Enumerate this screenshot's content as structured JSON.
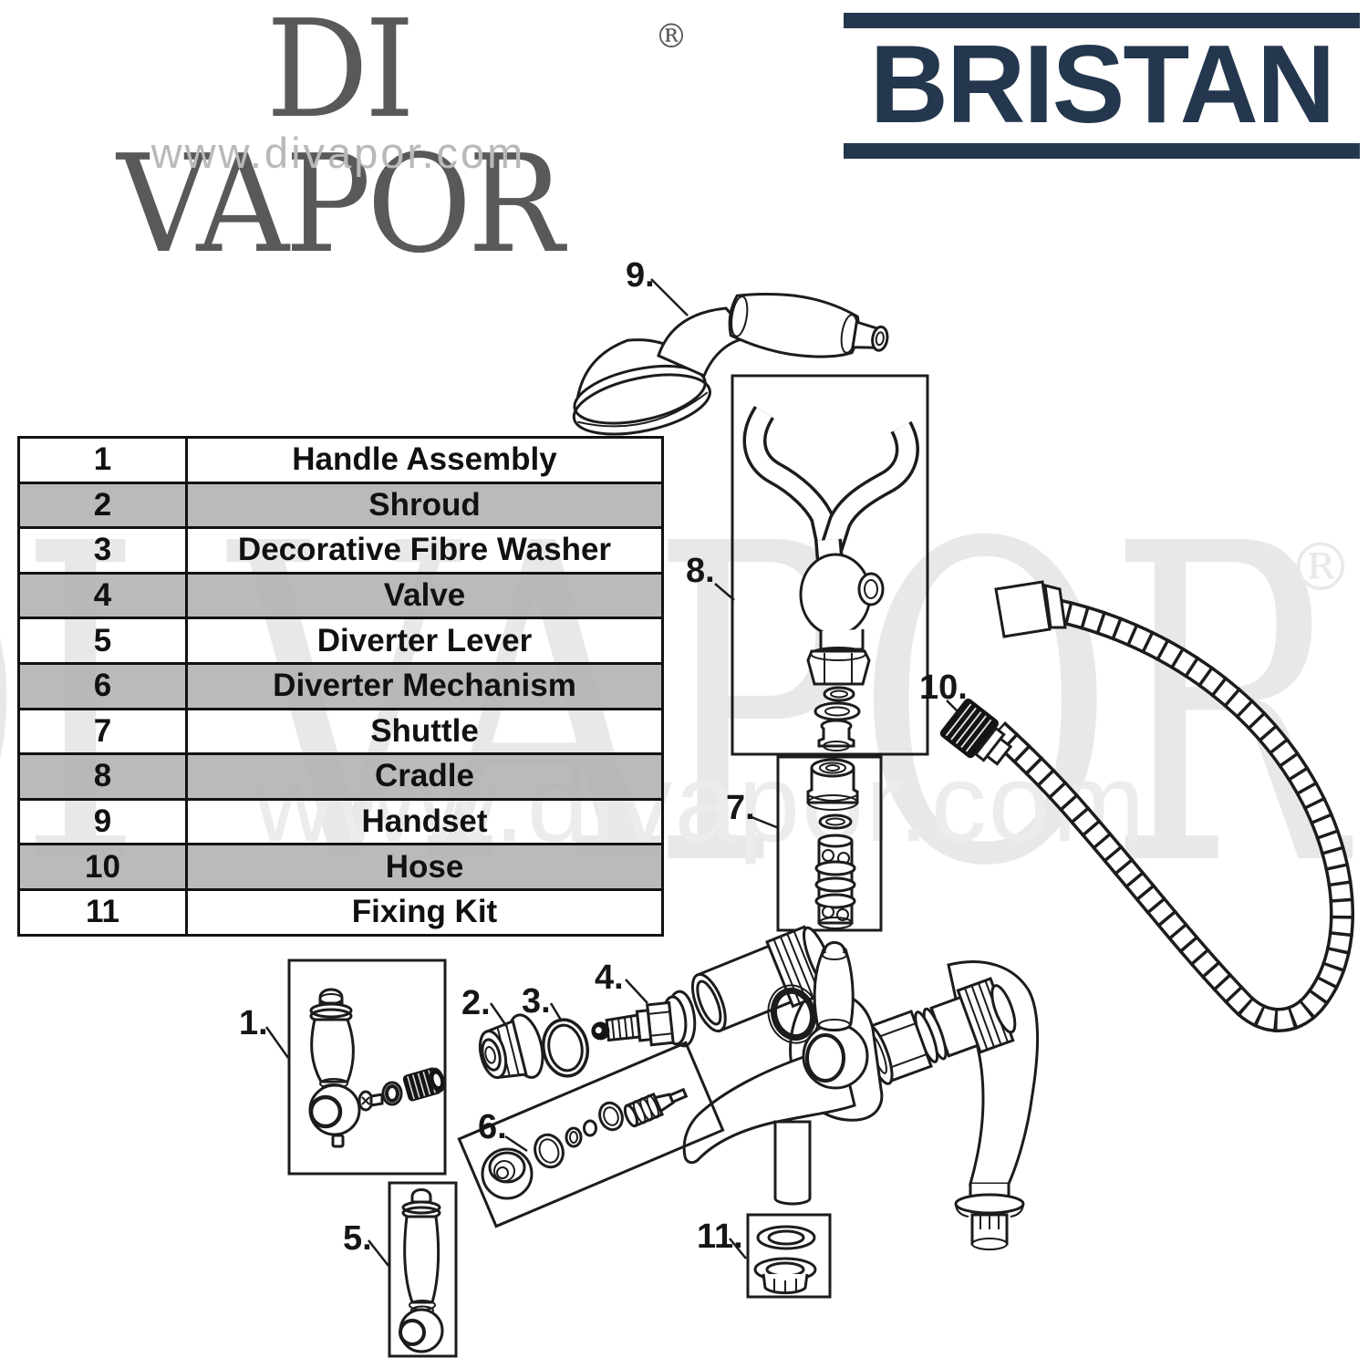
{
  "header": {
    "divapor_logo": "DI VAPOR",
    "divapor_reg": "®",
    "divapor_url": "www.divapor.com",
    "bristan_logo": "BRISTAN"
  },
  "watermark": {
    "text": "DI VAPOR",
    "reg": "®",
    "url": "www.divapor.com"
  },
  "colors": {
    "bristan_navy": "#24374e",
    "logo_gray": "#59595b",
    "url_light_gray": "#b9b9b9",
    "table_row_gray": "#b2b2b2",
    "line_art_black": "#1c1c1c",
    "watermark_gray": "#e8e8e8"
  },
  "parts_table": {
    "rows": [
      {
        "num": "1",
        "name": "Handle Assembly"
      },
      {
        "num": "2",
        "name": "Shroud"
      },
      {
        "num": "3",
        "name": "Decorative Fibre Washer"
      },
      {
        "num": "4",
        "name": "Valve"
      },
      {
        "num": "5",
        "name": "Diverter Lever"
      },
      {
        "num": "6",
        "name": "Diverter Mechanism"
      },
      {
        "num": "7",
        "name": "Shuttle"
      },
      {
        "num": "8",
        "name": "Cradle"
      },
      {
        "num": "9",
        "name": "Handset"
      },
      {
        "num": "10",
        "name": "Hose"
      },
      {
        "num": "11",
        "name": "Fixing Kit"
      }
    ]
  },
  "diagram": {
    "labels": [
      {
        "part": "handle-assembly",
        "text": "1."
      },
      {
        "part": "shroud",
        "text": "2."
      },
      {
        "part": "fibre-washer",
        "text": "3."
      },
      {
        "part": "valve",
        "text": "4."
      },
      {
        "part": "diverter-lever",
        "text": "5."
      },
      {
        "part": "diverter-mechanism",
        "text": "6."
      },
      {
        "part": "shuttle",
        "text": "7."
      },
      {
        "part": "cradle",
        "text": "8."
      },
      {
        "part": "handset",
        "text": "9."
      },
      {
        "part": "hose",
        "text": "10."
      },
      {
        "part": "fixing-kit",
        "text": "11."
      }
    ]
  }
}
